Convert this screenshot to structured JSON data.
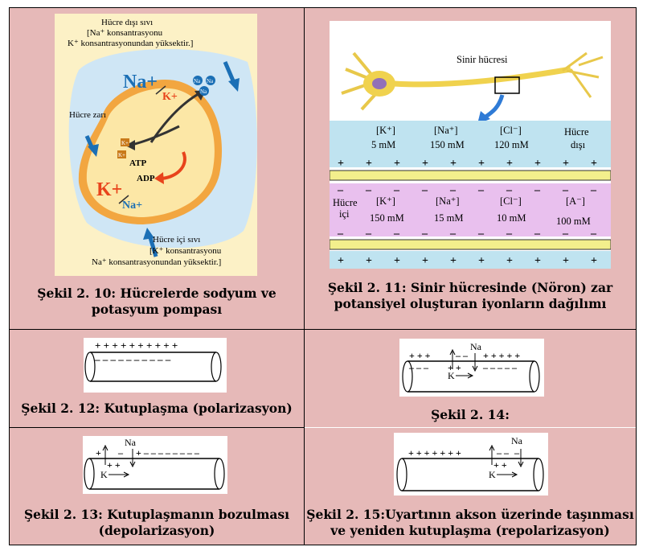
{
  "fig210": {
    "caption_line1": "Şekil 2. 10: Hücrelerde sodyum ve",
    "caption_line2": "potasyum pompası",
    "outer_label_1": "Hücre dışı sıvı",
    "outer_label_2": "[Na⁺ konsantrasyonu",
    "outer_label_3": "K⁺ konsantrasyonundan yüksektir.]",
    "membrane_label": "Hücre zarı",
    "inner_label_1": "Hücre içi sıvı",
    "inner_label_2": "[K⁺ konsantrasyonu",
    "inner_label_3": "Na⁺ konsantrasyonundan yüksektir.]",
    "na_big": "Na+",
    "k_small": "K+",
    "k_big": "K+",
    "na_small": "Na+",
    "atp": "ATP",
    "adp": "ADP",
    "na_ion": "Na",
    "k_ion": "K+"
  },
  "fig211": {
    "caption_line1": "Şekil 2. 11: Sinir hücresinde (Nöron) zar",
    "caption_line2": "potansiyel oluşturan iyonların dağılımı",
    "neuron_label": "Sinir hücresi",
    "outside_label_1": "Hücre",
    "outside_label_2": "dışı",
    "inside_label_1": "Hücre",
    "inside_label_2": "içi",
    "outside_ions": [
      {
        "name": "[K⁺]",
        "conc": "5 mM"
      },
      {
        "name": "[Na⁺]",
        "conc": "150 mM"
      },
      {
        "name": "[Cl⁻]",
        "conc": "120 mM"
      }
    ],
    "inside_ions": [
      {
        "name": "[K⁺]",
        "conc": "150 mM"
      },
      {
        "name": "[Na⁺]",
        "conc": "15 mM"
      },
      {
        "name": "[Cl⁻]",
        "conc": "10 mM"
      },
      {
        "name": "[A⁻]",
        "conc": "100 mM"
      }
    ],
    "plus": "+",
    "minus": "–"
  },
  "fig212": {
    "caption": "Şekil 2. 12: Kutuplaşma (polarizasyon)",
    "top_signs": "+ + + + + + + + + +",
    "bottom_signs": "– – – – – – – – – –"
  },
  "fig213": {
    "caption_line1": "Şekil 2. 13: Kutuplaşmanın bozulması",
    "caption_line2": "(depolarizasyon)",
    "na": "Na",
    "k": "K",
    "top_left": "+",
    "top_mid": "–",
    "top_right": "+ – – – – – – – –",
    "bottom_signs": "+ +"
  },
  "fig214": {
    "caption": "Şekil 2. 14:",
    "na": "Na",
    "k": "K",
    "top_left": "+ + +",
    "top_mid": "– –",
    "top_right": "+ + + + +",
    "bottom_left": "– – –",
    "bottom_mid": "+ +",
    "bottom_right": "– – – – –"
  },
  "fig215": {
    "caption_line1": "Şekil 2. 15:Uyartının akson üzerinde taşınması",
    "caption_line2": "ve yeniden kutuplaşma (repolarizasyon)",
    "na": "Na",
    "k": "K",
    "top_left": "+ + + + + + +",
    "top_mid": "– –",
    "top_right": "–",
    "bottom_mid": "+ +"
  }
}
